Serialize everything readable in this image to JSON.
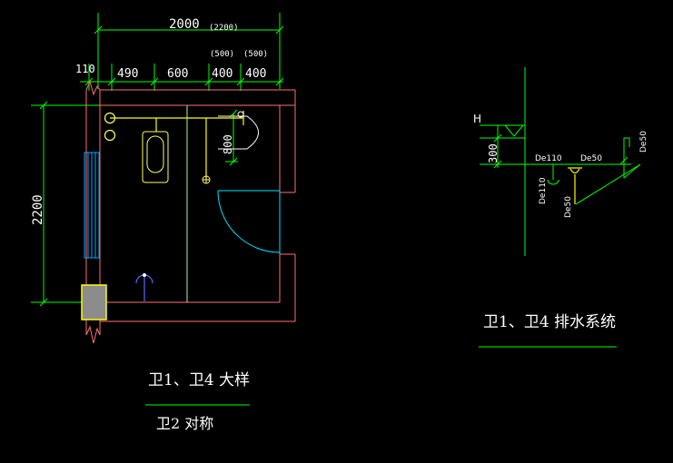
{
  "colors": {
    "background": "#000000",
    "dimension": "#00ff00",
    "wall": "#ff6f6f",
    "plumbing": "#ffff00",
    "door": "#00e5ff",
    "fixture": "#ffff66",
    "text": "#ffffff",
    "partition": "#9fff9f"
  },
  "plan": {
    "dim_total_width": "2000",
    "dim_total_width_alt": "(2200)",
    "dim_110": "110",
    "dim_490": "490",
    "dim_600": "600",
    "dim_400a": "400",
    "dim_400b": "400",
    "dim_500a": "(500)",
    "dim_500b": "(500)",
    "dim_height": "2200",
    "dim_800": "800",
    "title": "卫1、卫4 大样",
    "subtitle": "卫2 对称"
  },
  "system": {
    "label_h": "H",
    "dim_300": "300",
    "pipe_de110_a": "De110",
    "pipe_de50_a": "De50",
    "pipe_de50_b": "De50",
    "pipe_de110_b": "De110",
    "pipe_de50_c": "De50",
    "title": "卫1、卫4 排水系统"
  }
}
